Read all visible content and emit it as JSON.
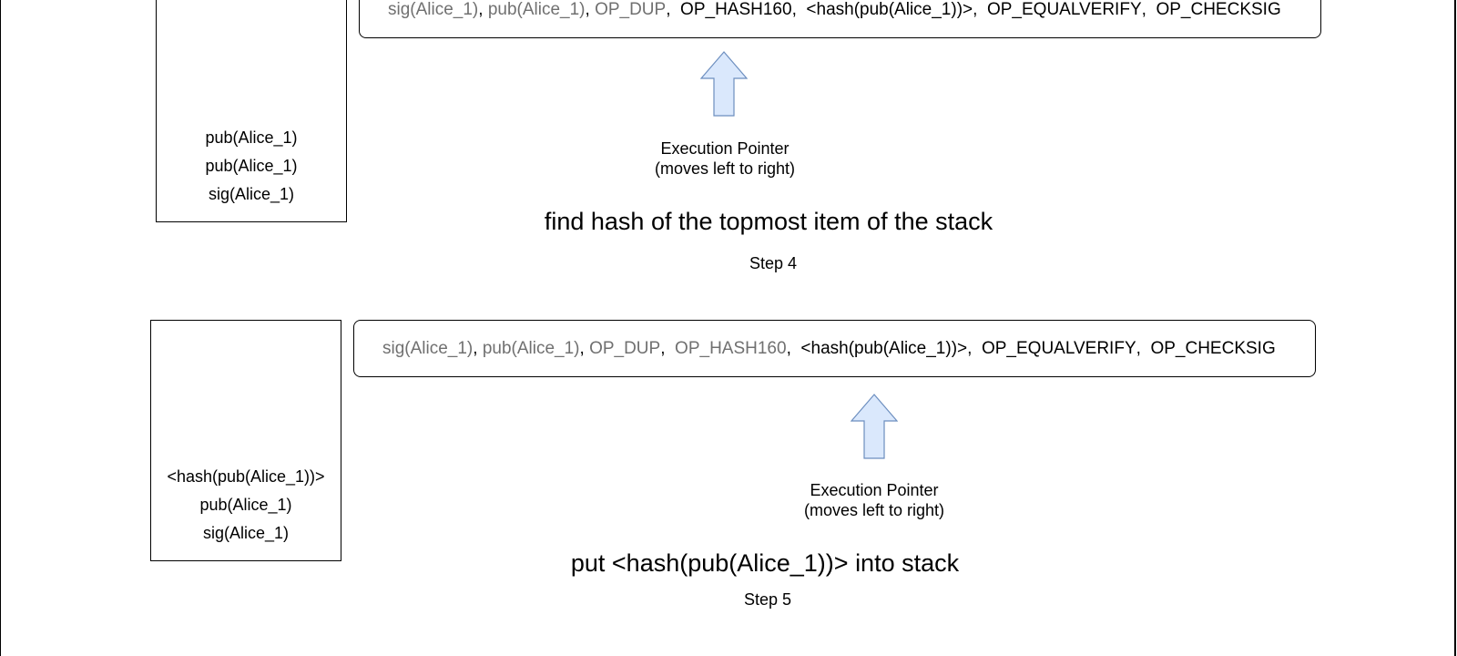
{
  "colors": {
    "consumed_token": "#707070",
    "pending_token": "#000000",
    "arrow_fill": "#dae8fc",
    "arrow_stroke": "#6c8ebf"
  },
  "steps": [
    {
      "step_label": "Step 4",
      "caption": "find hash of the topmost item of the stack",
      "pointer_label_line1": "Execution Pointer",
      "pointer_label_line2": "(moves left to right)",
      "stack": [
        "pub(Alice_1)",
        "pub(Alice_1)",
        "sig(Alice_1)"
      ],
      "script": [
        {
          "text": "sig(Alice_1)",
          "state": "done"
        },
        {
          "text": "pub(Alice_1)",
          "state": "done"
        },
        {
          "text": "OP_DUP",
          "state": "done"
        },
        {
          "text": "OP_HASH160",
          "state": "active"
        },
        {
          "text": "<hash(pub(Alice_1))>",
          "state": "active"
        },
        {
          "text": "OP_EQUALVERIFY",
          "state": "active"
        },
        {
          "text": "OP_CHECKSIG",
          "state": "active"
        }
      ]
    },
    {
      "step_label": "Step 5",
      "caption": "put <hash(pub(Alice_1))> into stack",
      "pointer_label_line1": "Execution Pointer",
      "pointer_label_line2": "(moves left to right)",
      "stack": [
        "<hash(pub(Alice_1))>",
        "pub(Alice_1)",
        "sig(Alice_1)"
      ],
      "script": [
        {
          "text": "sig(Alice_1)",
          "state": "done"
        },
        {
          "text": "pub(Alice_1)",
          "state": "done"
        },
        {
          "text": "OP_DUP",
          "state": "done"
        },
        {
          "text": "OP_HASH160",
          "state": "done"
        },
        {
          "text": "<hash(pub(Alice_1))>",
          "state": "active"
        },
        {
          "text": "OP_EQUALVERIFY",
          "state": "active"
        },
        {
          "text": "OP_CHECKSIG",
          "state": "active"
        }
      ]
    }
  ]
}
